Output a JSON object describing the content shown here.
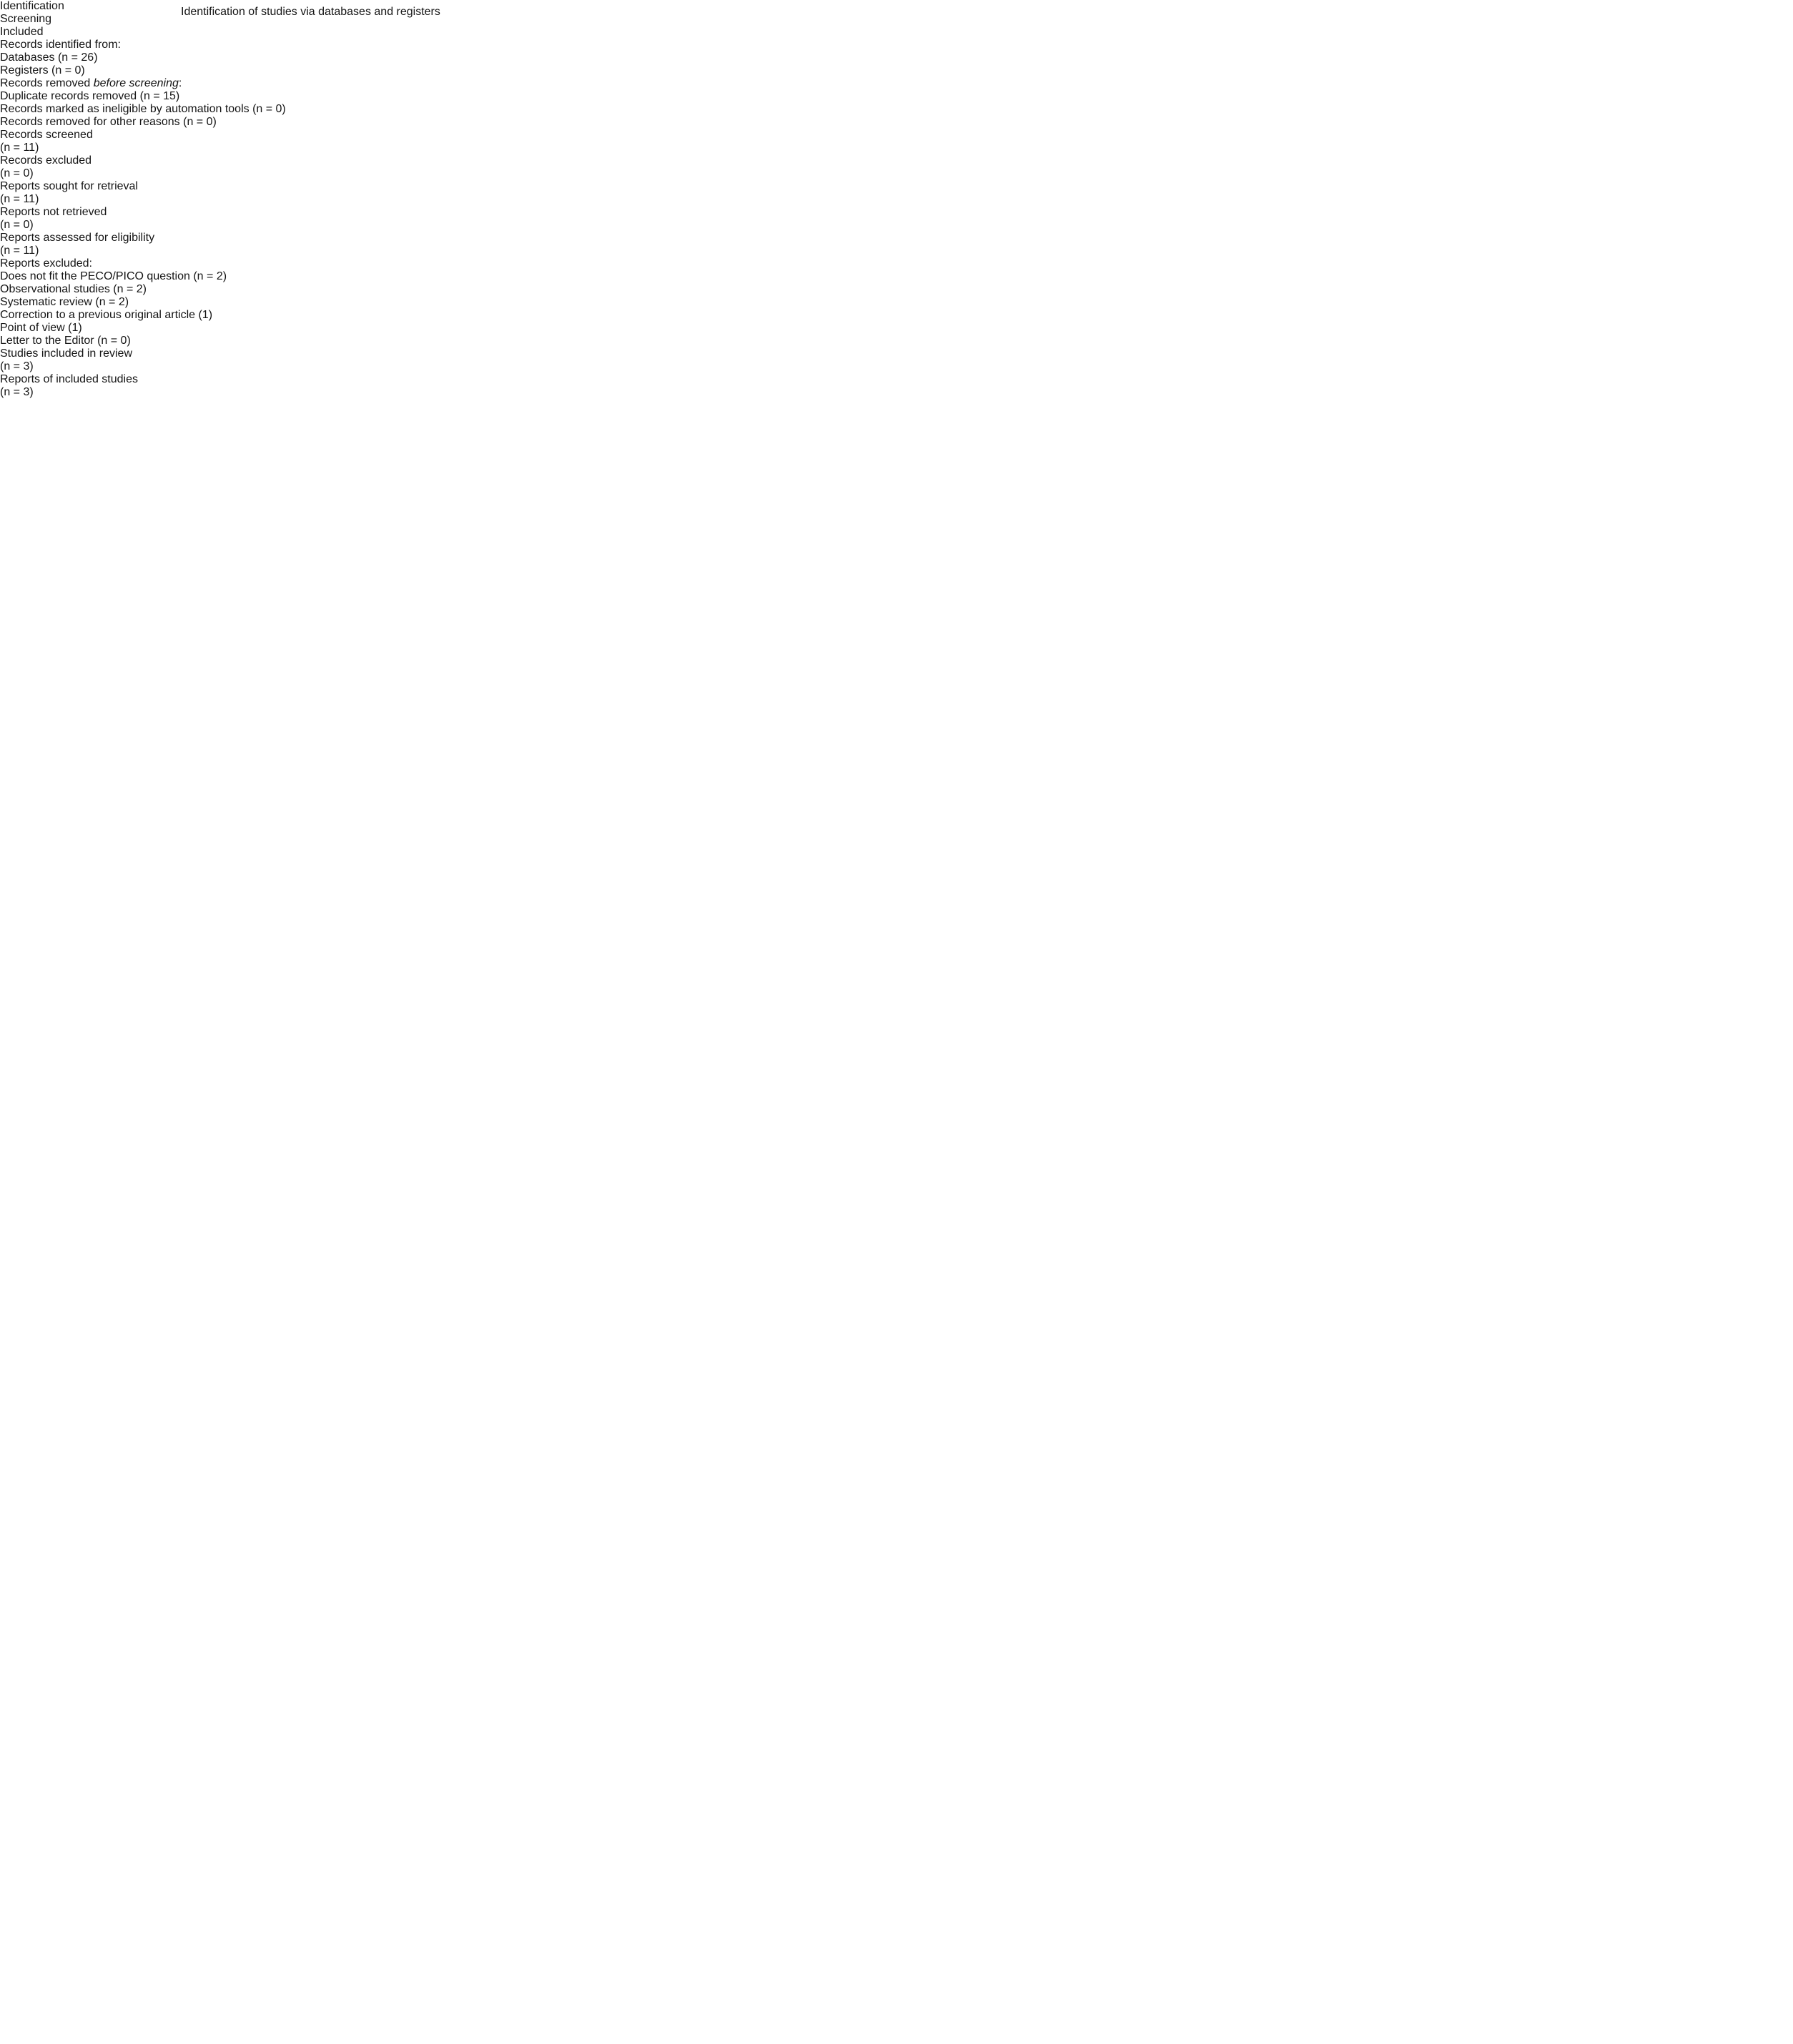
{
  "banner": {
    "title": "Identification of studies via databases and registers"
  },
  "sidebar": {
    "items": [
      {
        "label": "Identification"
      },
      {
        "label": "Screening"
      },
      {
        "label": "Included"
      }
    ]
  },
  "colors": {
    "banner_bg": "#F9A00B",
    "banner_border": "#8A5C04",
    "bar_bg": "#5F95D5",
    "bar_border": "#15151E",
    "box_border": "#0F0F0F",
    "arrow": "#1A1A1A",
    "text": "#141414"
  },
  "boxes": {
    "records_identified": {
      "title": "Records identified from:",
      "items": [
        "Databases (n = 26)",
        "Registers (n = 0)"
      ]
    },
    "records_removed": {
      "title_prefix": "Records removed ",
      "title_italic": "before screening",
      "title_suffix": ":",
      "items": [
        "Duplicate records removed (n = 15)",
        "Records marked as ineligible by automation tools (n = 0)",
        "Records removed for other reasons (n = 0)"
      ]
    },
    "records_screened": {
      "line1": "Records screened",
      "line2": "(n = 11)"
    },
    "records_excluded": {
      "line1": "Records excluded",
      "line2": "(n = 0)"
    },
    "reports_sought": {
      "line1": "Reports sought for retrieval",
      "line2": "(n = 11)"
    },
    "reports_not_retrieved": {
      "line1": "Reports not retrieved",
      "line2": "(n = 0)"
    },
    "reports_assessed": {
      "line1": "Reports assessed for eligibility",
      "line2": "(n = 11)"
    },
    "reports_excluded": {
      "title": "Reports excluded:",
      "items": [
        "Does not fit the PECO/PICO question (n = 2)",
        "Observational studies (n = 2)",
        "Systematic review (n = 2)",
        "Correction to a previous original article (1)",
        "Point of view (1)",
        "Letter to the Editor (n = 0)"
      ]
    },
    "studies_included": {
      "lines": [
        "Studies included in review",
        "(n = 3)",
        "Reports of included studies",
        "(n = 3)"
      ]
    }
  }
}
